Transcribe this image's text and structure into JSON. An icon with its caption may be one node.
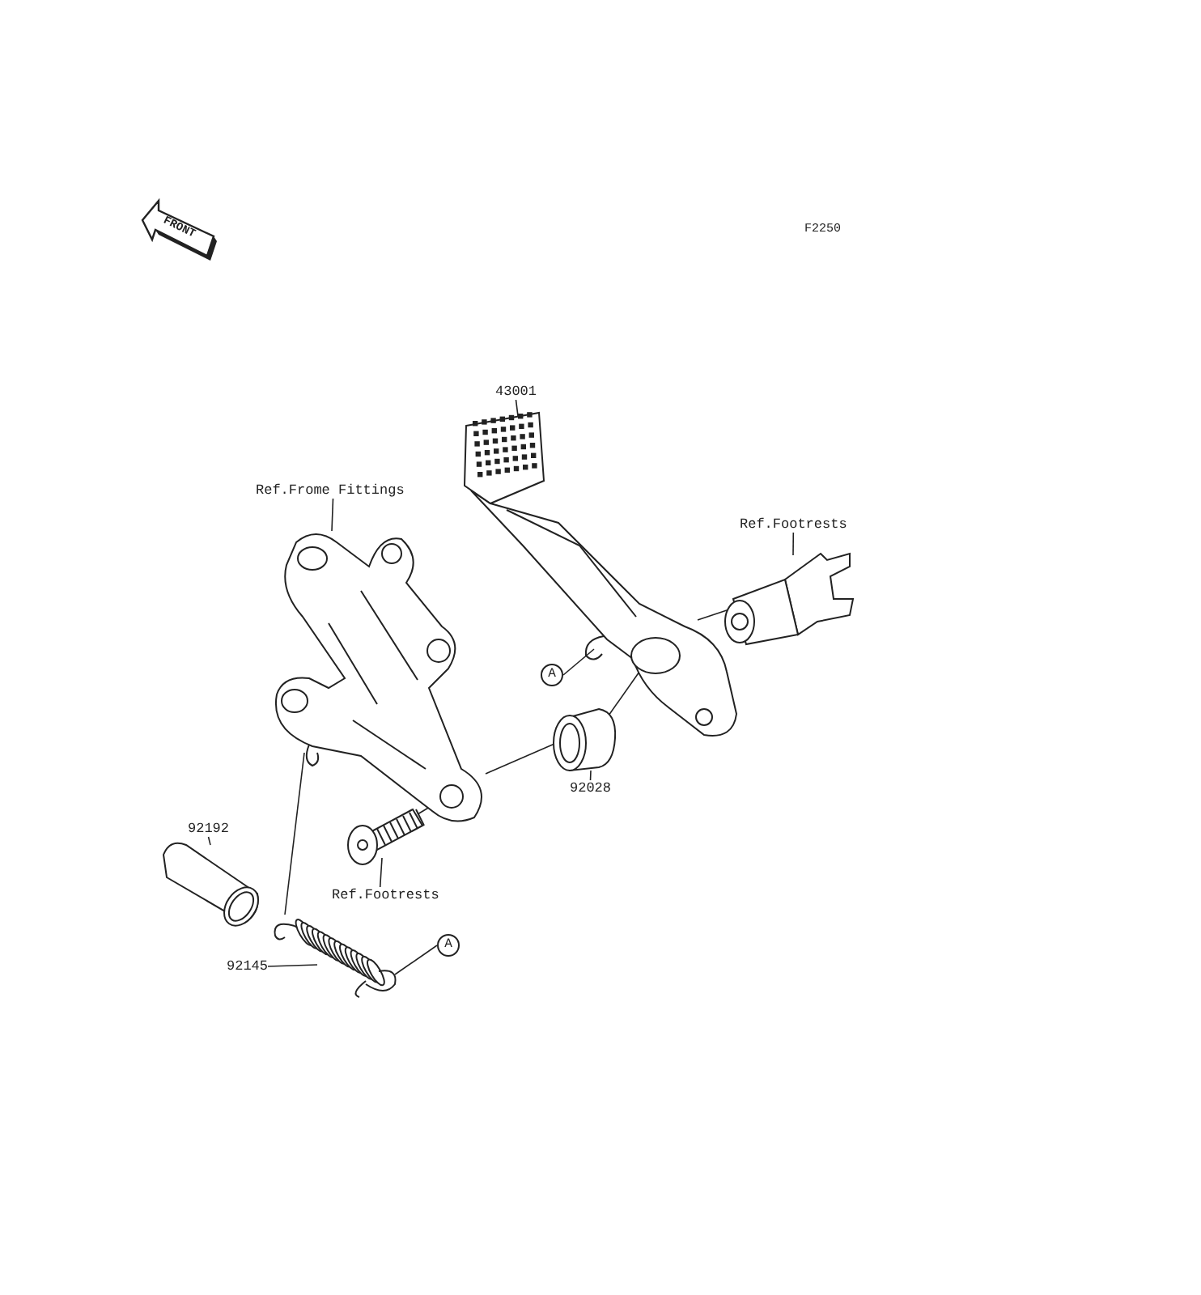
{
  "diagram": {
    "nodes": [
      {
        "text": [
          "43001"
        ]
      },
      {
        "text": [],
        "shape": "picture"
      },
      {
        "text": [
          "Ref.Frome Fittings"
        ]
      },
      {
        "text": [],
        "shape": "picture"
      },
      {
        "text": [
          "Ref.Footrests"
        ]
      },
      {
        "text": [],
        "shape": "picture"
      },
      {
        "text": [
          "A"
        ]
      },
      {
        "text": [
          "92028"
        ]
      },
      {
        "text": [],
        "shape": "cylinder"
      },
      {
        "text": [
          "92192"
        ]
      },
      {
        "text": [],
        "shape": "picture"
      },
      {
        "text": [
          "Ref.Footrests"
        ]
      },
      {
        "text": [],
        "shape": "picture"
      },
      {
        "text": [
          "92145"
        ]
      },
      {
        "text": [],
        "shape": "picture"
      },
      {
        "text": [
          "A"
        ]
      }
    ],
    "edges": [
      {
        "from": 0,
        "to": 1,
        "arrow": "none"
      },
      {
        "from": 2,
        "to": 3,
        "arrow": "none"
      },
      {
        "from": 4,
        "to": 5,
        "arrow": "none"
      },
      {
        "from": 6,
        "to": 1,
        "arrow": "none"
      },
      {
        "from": 7,
        "to": 8,
        "arrow": "none"
      },
      {
        "from": 9,
        "to": 10,
        "arrow": "none"
      },
      {
        "from": 11,
        "to": 12,
        "arrow": "none"
      },
      {
        "from": 13,
        "to": 14,
        "arrow": "none"
      },
      {
        "from": 15,
        "to": 14,
        "arrow": "none"
      },
      {
        "from": 3,
        "to": 8,
        "arrow": "none"
      },
      {
        "from": 8,
        "to": 1,
        "arrow": "none"
      },
      {
        "from": 1,
        "to": 5,
        "arrow": "none"
      },
      {
        "from": 12,
        "to": 3,
        "arrow": "none"
      },
      {
        "from": 14,
        "to": 3,
        "arrow": "none"
      }
    ],
    "labels": [
      "F2250",
      "FRONT"
    ]
  }
}
